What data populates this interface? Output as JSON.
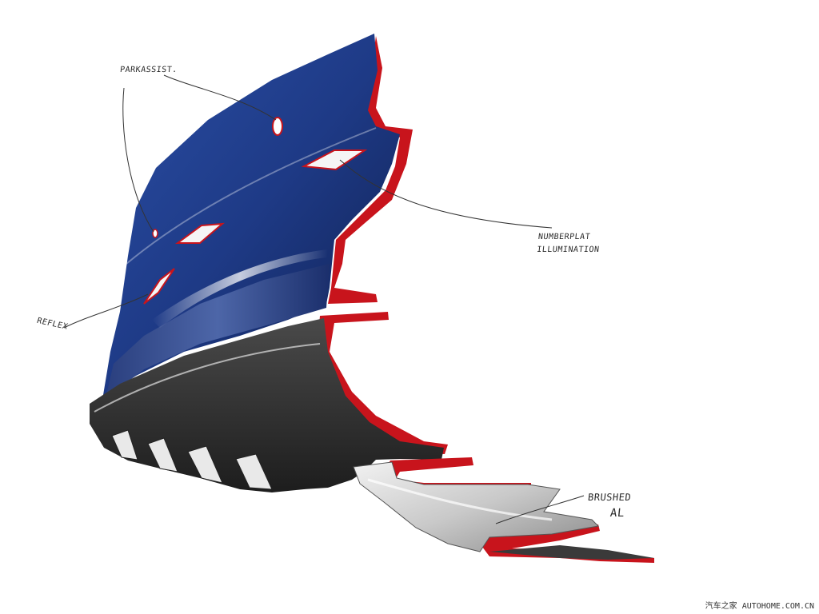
{
  "annotations": {
    "park_assist": "PARKASSIST.",
    "number_plate_line1": "NUMBERPLAT",
    "number_plate_line2": "ILLUMINATION",
    "reflex": "REFLEX",
    "brushed_line1": "BRUSHED",
    "brushed_line2": "AL"
  },
  "watermark": "汽车之家 AUTOHOME.COM.CN",
  "colors": {
    "body_blue": "#1e3a86",
    "body_blue_dark": "#0f1f4e",
    "diffuser_dark": "#2c2c2c",
    "trim_red": "#c8141c",
    "brushed_alu": "#d8d8d8",
    "background": "#ffffff"
  }
}
